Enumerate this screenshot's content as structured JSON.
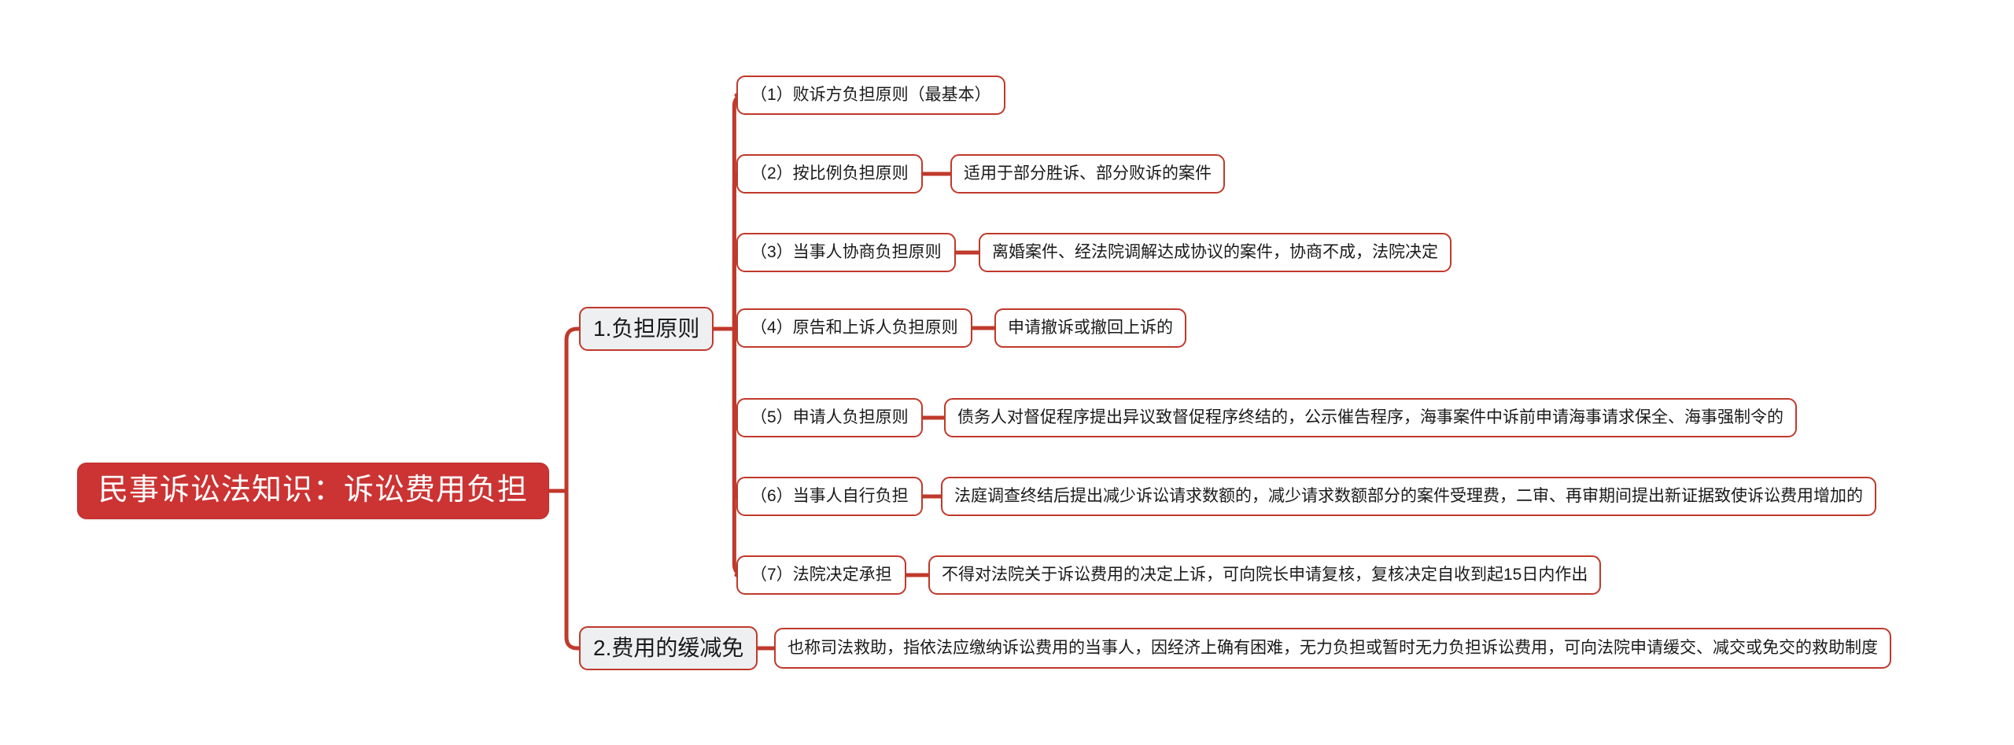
{
  "theme": {
    "accent": "#CC3333",
    "border": "#C0392B",
    "branch_fill": "#EDEFF1",
    "node_fill": "#FFFFFF",
    "canvas_bg": "#FFFFFF",
    "root_text": "#FFFFFF",
    "node_text": "#1A1A1A"
  },
  "root": {
    "label": "民事诉讼法知识：诉讼费用负担"
  },
  "branches": [
    {
      "label": "1.负担原则",
      "topics": [
        {
          "label": "（1）败诉方负担原则（最基本）",
          "detail": ""
        },
        {
          "label": "（2）按比例负担原则",
          "detail": "适用于部分胜诉、部分败诉的案件"
        },
        {
          "label": "（3）当事人协商负担原则",
          "detail": "离婚案件、经法院调解达成协议的案件，协商不成，法院决定"
        },
        {
          "label": "（4）原告和上诉人负担原则",
          "detail": "申请撤诉或撤回上诉的"
        },
        {
          "label": "（5）申请人负担原则",
          "detail": "债务人对督促程序提出异议致督促程序终结的，公示催告程序，海事案件中诉前申请海事请求保全、海事强制令的"
        },
        {
          "label": "（6）当事人自行负担",
          "detail": "法庭调查终结后提出减少诉讼请求数额的，减少请求数额部分的案件受理费，二审、再审期间提出新证据致使诉讼费用增加的"
        },
        {
          "label": "（7）法院决定承担",
          "detail": "不得对法院关于诉讼费用的决定上诉，可向院长申请复核，复核决定自收到起15日内作出"
        }
      ]
    },
    {
      "label": "2.费用的缓减免",
      "topics": [
        {
          "label": "",
          "detail": "也称司法救助，指依法应缴纳诉讼费用的当事人，因经济上确有困难，无力负担或暂时无力负担诉讼费用，可向法院申请缓交、减交或免交的救助制度"
        }
      ]
    }
  ]
}
